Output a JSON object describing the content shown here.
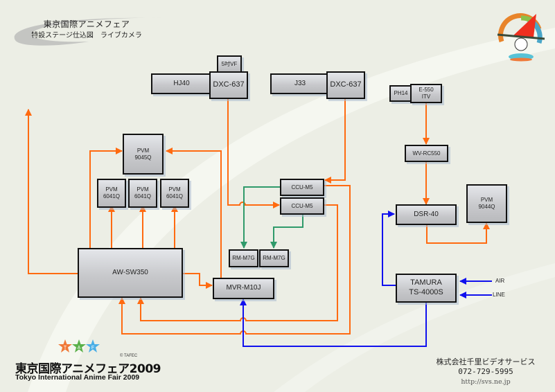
{
  "header": {
    "title": "東京国際アニメフェア",
    "subtitle": "特設ステージ仕込図　ライブカメラ"
  },
  "devices": {
    "vf": "5吋VF",
    "hj40": "HJ40",
    "dxc1": "DXC-637",
    "j33": "J33",
    "dxc2": "DXC-637",
    "ph14": "PH14",
    "e550": "E-550\nITV",
    "wvrc": "WV-RC550",
    "pvm9045": "PVM\n9045Q",
    "pvm6041a": "PVM\n6041Q",
    "pvm6041b": "PVM\n6041Q",
    "pvm6041c": "PVM\n6041Q",
    "ccu1": "CCU-M5",
    "ccu2": "CCU-M5",
    "rm1": "RM-M7G",
    "rm2": "RM-M7G",
    "awsw": "AW-SW350",
    "mvr": "MVR-M10J",
    "dsr": "DSR-40",
    "pvm9044": "PVM\n9044Q",
    "tamura": "TAMURA\nTS-4000S"
  },
  "inputs": {
    "air": "AIR",
    "line": "LINE"
  },
  "colors": {
    "video": "#ff6a10",
    "control": "#2f9a6a",
    "audio": "#1010ee"
  },
  "footer": {
    "logo_letters": [
      "T",
      "A",
      "F"
    ],
    "copyright": "© TAFEC",
    "event_jp": "東京国際アニメフェア2009",
    "event_en": "Tokyo International Anime Fair 2009",
    "company": "株式会社千里ビデオサービス",
    "phone": "072-729-5995",
    "url": "http://svs.ne.jp"
  }
}
